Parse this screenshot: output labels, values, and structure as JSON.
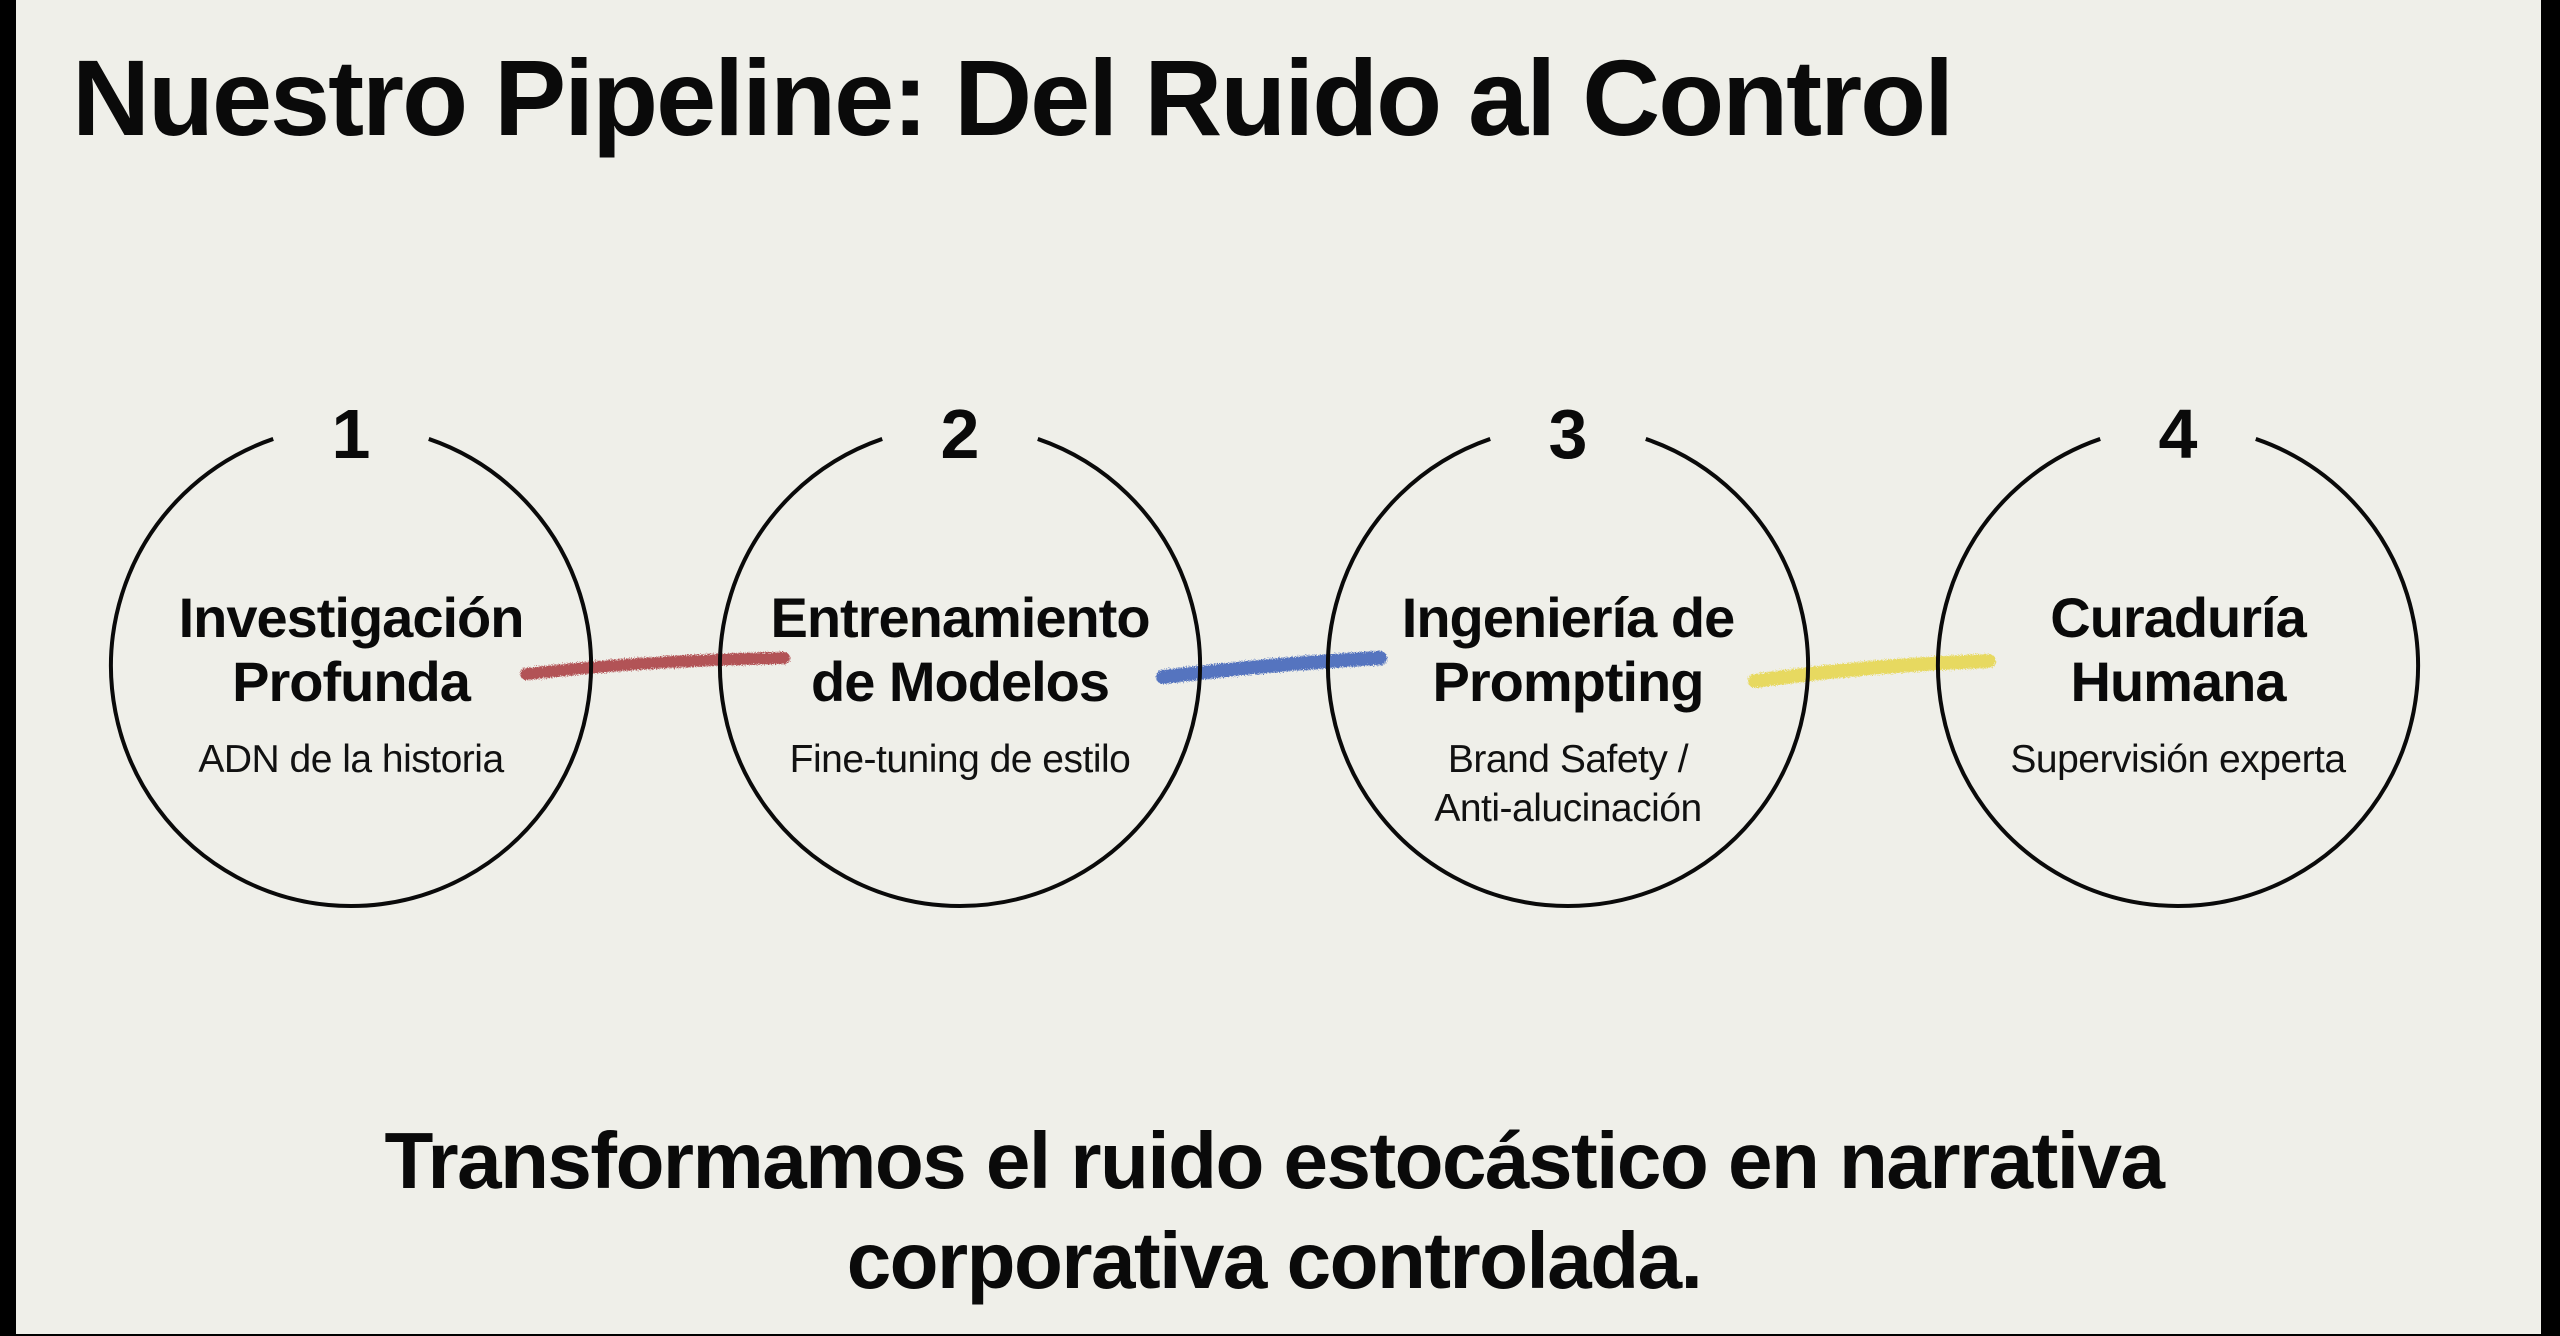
{
  "slide": {
    "title": "Nuestro Pipeline: Del Ruido al Control",
    "steps": [
      {
        "number": "1",
        "title_lines": [
          "Investigación",
          "Profunda"
        ],
        "subtitle_lines": [
          "ADN de la historia"
        ]
      },
      {
        "number": "2",
        "title_lines": [
          "Entrenamiento",
          "de Modelos"
        ],
        "subtitle_lines": [
          "Fine-tuning de estilo"
        ]
      },
      {
        "number": "3",
        "title_lines": [
          "Ingeniería de",
          "Prompting"
        ],
        "subtitle_lines": [
          "Brand Safety /",
          "Anti-alucinación"
        ]
      },
      {
        "number": "4",
        "title_lines": [
          "Curaduría",
          "Humana"
        ],
        "subtitle_lines": [
          "Supervisión experta"
        ]
      }
    ],
    "connector_colors": [
      "#a8383c",
      "#3a5fb8",
      "#e6d64a"
    ],
    "footer_lines": [
      "Transformamos el ruido estocástico en narrativa",
      "corporativa controlada."
    ],
    "background": "#efefe9"
  }
}
